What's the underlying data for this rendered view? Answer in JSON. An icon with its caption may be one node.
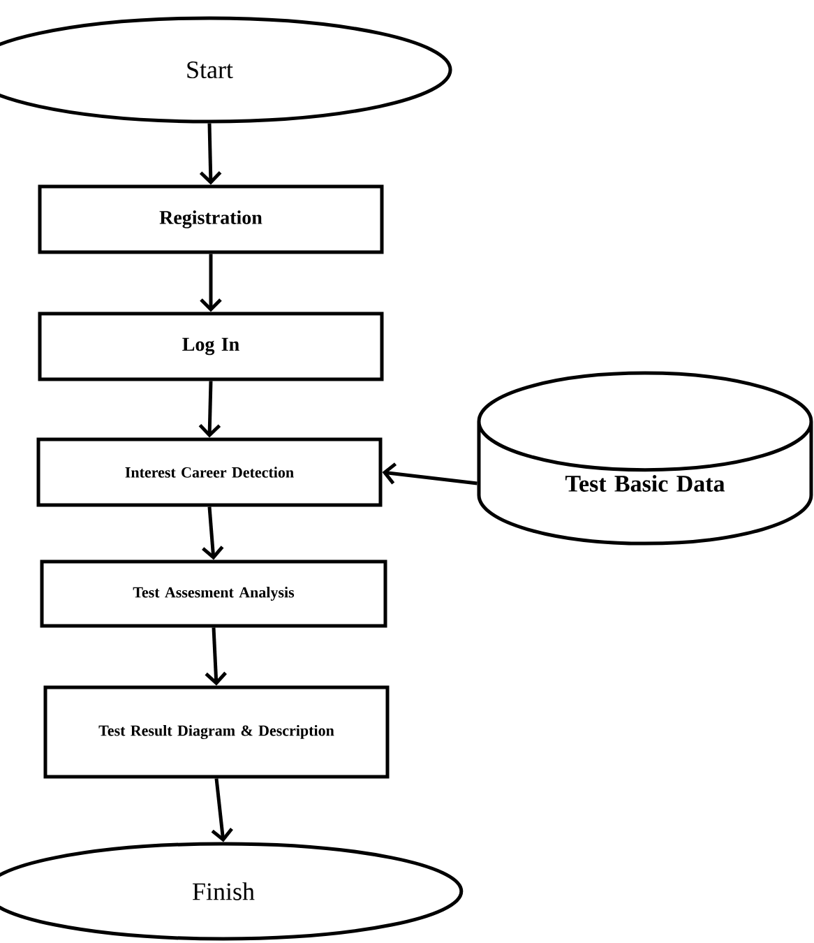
{
  "diagram": {
    "nodes": [
      {
        "text": [
          "Start"
        ]
      },
      {
        "text": [
          "Registration"
        ]
      },
      {
        "text": [
          "Log In"
        ]
      },
      {
        "text": [
          "Interest Career Detection"
        ]
      },
      {
        "text": [
          "Test Basic Data"
        ]
      },
      {
        "text": [
          "Test Assesment Analysis"
        ]
      },
      {
        "text": [
          "Test Result Diagram & Description"
        ]
      },
      {
        "text": [
          "Finish"
        ]
      }
    ],
    "edges": [
      {
        "from": 0,
        "to": 1,
        "arrow": "to"
      },
      {
        "from": 1,
        "to": 2,
        "arrow": "to"
      },
      {
        "from": 2,
        "to": 3,
        "arrow": "to"
      },
      {
        "from": 4,
        "to": 3,
        "arrow": "to"
      },
      {
        "from": 3,
        "to": 5,
        "arrow": "to"
      },
      {
        "from": 5,
        "to": 6,
        "arrow": "to"
      },
      {
        "from": 6,
        "to": 7,
        "arrow": "to"
      }
    ]
  }
}
